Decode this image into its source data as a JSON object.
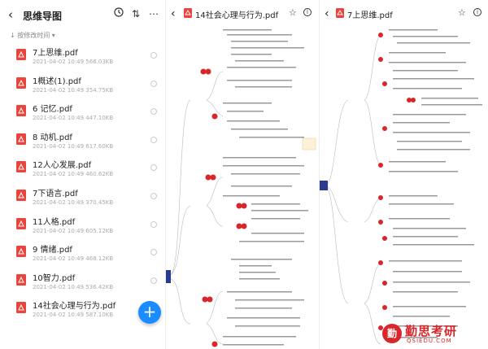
{
  "list": {
    "title": "思维导图",
    "sort_label": "↓ 按修改时间 ▾",
    "files": [
      {
        "name": "7上思维.pdf",
        "meta": "2021-04-02  10:49  566.03KB"
      },
      {
        "name": "1概述(1).pdf",
        "meta": "2021-04-02  10:49  354.75KB"
      },
      {
        "name": "6 记忆.pdf",
        "meta": "2021-04-02  10:49  447.10KB"
      },
      {
        "name": "8 动机.pdf",
        "meta": "2021-04-02  10:49  617.60KB"
      },
      {
        "name": "12人心发展.pdf",
        "meta": "2021-04-02  10:49  460.62KB"
      },
      {
        "name": "7下语言.pdf",
        "meta": "2021-04-02  10:49  370.45KB"
      },
      {
        "name": "11人格.pdf",
        "meta": "2021-04-02  10:49  605.12KB"
      },
      {
        "name": "9 情绪.pdf",
        "meta": "2021-04-02  10:49  468.12KB"
      },
      {
        "name": "10智力.pdf",
        "meta": "2021-04-02  10:49  536.42KB"
      },
      {
        "name": "14社会心理与行为.pdf",
        "meta": "2021-04-02  10:49  587.10KB"
      }
    ],
    "fab_label": "+"
  },
  "viewer1": {
    "title": "14社会心理与行为.pdf"
  },
  "viewer2": {
    "title": "7上思维.pdf"
  },
  "watermark": {
    "main": "勤思考研",
    "sub": "QSIEDU.COM",
    "logo": "勤"
  },
  "colors": {
    "accent": "#1a8cff",
    "pdf_red": "#e8453c",
    "node_red": "#d8262b",
    "root_blue": "#2a3a8f"
  }
}
